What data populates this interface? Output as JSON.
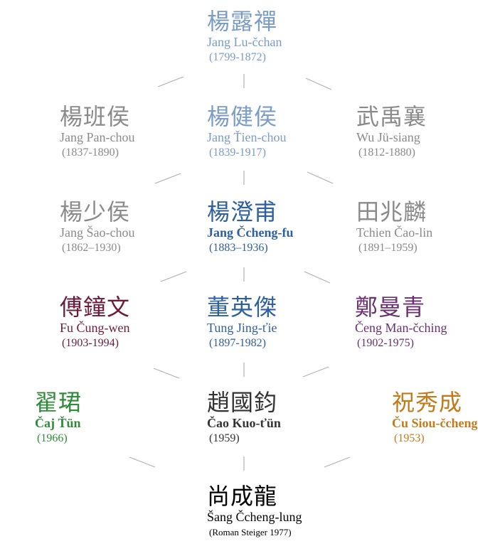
{
  "colors": {
    "blue_light": "#7a9cc6",
    "gray": "#8a8a8a",
    "blue_dark": "#2e5f9e",
    "maroon": "#6e1a3a",
    "purple": "#6a2f6f",
    "green": "#2e8b3a",
    "orange": "#c47a1a",
    "dark": "#333333",
    "black": "#000000",
    "edge": "#b0b0b0"
  },
  "nodes": {
    "lu_chan": {
      "cjk": "楊露禪",
      "latin": "Jang Lu-čchan",
      "years": "(1799-1872)"
    },
    "ban_hou": {
      "cjk": "楊班侯",
      "latin": "Jang Pan-chou",
      "years": "(1837-1890)"
    },
    "jian_hou": {
      "cjk": "楊健侯",
      "latin": "Jang Ťien-chou",
      "years": "(1839-1917)"
    },
    "wu_yuxiang": {
      "cjk": "武禹襄",
      "latin": "Wu Jü-siang",
      "years": "(1812-1880)"
    },
    "shao_hou": {
      "cjk": "楊少侯",
      "latin": "Jang Šao-chou",
      "years": "(1862–1930)"
    },
    "cheng_fu": {
      "cjk": "楊澄甫",
      "latin": "Jang Čcheng-fu",
      "years": "(1883–1936)"
    },
    "tian_zhaolin": {
      "cjk": "田兆麟",
      "latin": "Tchien Čao-lin",
      "years": "(1891–1959)"
    },
    "fu_zhongwen": {
      "cjk": "傅鐘文",
      "latin": "Fu Čung-wen",
      "years": "(1903-1994)"
    },
    "dong_yingjie": {
      "cjk": "董英傑",
      "latin": "Tung Jing-ťie",
      "years": "(1897-1982)"
    },
    "zheng_manqing": {
      "cjk": "鄭曼青",
      "latin": "Čeng Man-čching",
      "years": "(1902-1975)"
    },
    "zhai_jun": {
      "cjk": "翟珺",
      "latin": "Čaj Ťün",
      "years": "(1966)"
    },
    "zhao_guojun": {
      "cjk": "趙國鈞",
      "latin": "Čao Kuo-ťün",
      "years": "(1959)"
    },
    "zhu_xiucheng": {
      "cjk": "祝秀成",
      "latin": "Ču Siou-čcheng",
      "years": "(1953)"
    },
    "shang_chenglong": {
      "cjk": "尚成龍",
      "latin": "Šang Čcheng-lung",
      "years": "(Roman Steiger 1977)"
    }
  }
}
